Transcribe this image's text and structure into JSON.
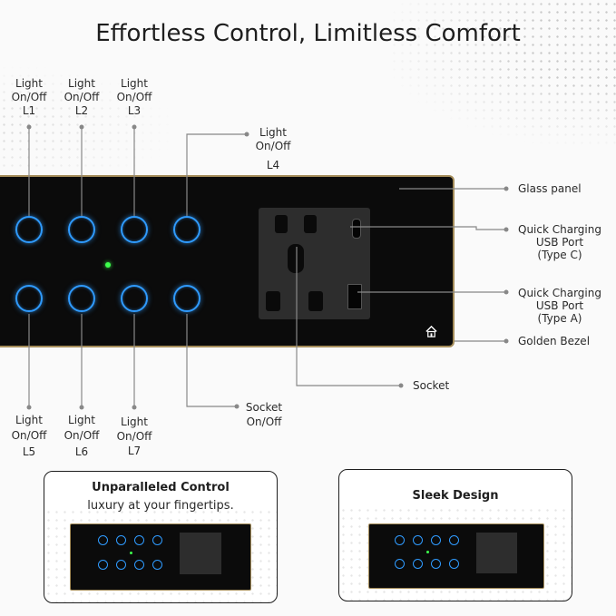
{
  "title": "Effortless Control, Limitless Comfort",
  "labels": {
    "l1": [
      "Light",
      "On/Off",
      "L1"
    ],
    "l2": [
      "Light",
      "On/Off",
      "L2"
    ],
    "l3": [
      "Light",
      "On/Off",
      "L3"
    ],
    "l4": [
      "Light",
      "On/Off",
      "L4"
    ],
    "l5": [
      "Light",
      "On/Off",
      "L5"
    ],
    "l6": [
      "Light",
      "On/Off",
      "L6"
    ],
    "l7": [
      "Light",
      "On/Off",
      "L7"
    ],
    "socket_switch": [
      "Socket",
      "On/Off"
    ],
    "socket": "Socket",
    "glass_panel": "Glass panel",
    "type_c": [
      "Quick Charging",
      "USB Port",
      "(Type C)"
    ],
    "type_a": [
      "Quick Charging",
      "USB Port",
      "(Type A)"
    ],
    "bezel": "Golden Bezel"
  },
  "cards": {
    "left_title": "Unparalleled Control",
    "left_subtitle": "luxury at your fingertips.",
    "right_title": "Sleek Design"
  },
  "colors": {
    "panel": "#0b0b0b",
    "bezel": "#a58d5a",
    "touch_ring": "#2f9bff",
    "led": "#3dff4c"
  },
  "icons": [
    "home-icon",
    "led-indicator-icon"
  ]
}
